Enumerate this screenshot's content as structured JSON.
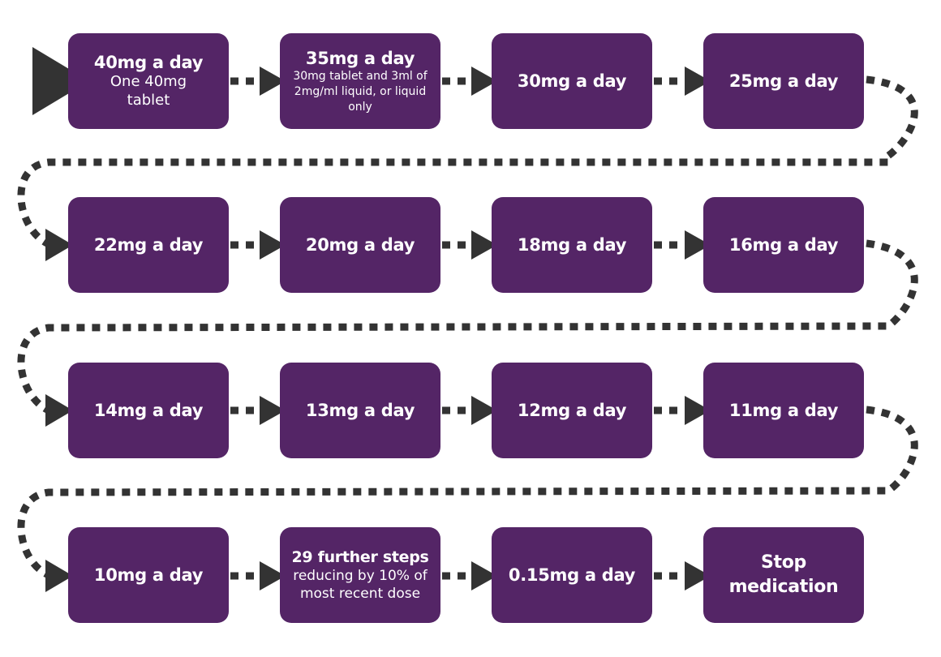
{
  "steps": [
    {
      "main": "40mg a day",
      "sub": "One 40mg tablet"
    },
    {
      "main": "35mg a day",
      "sub": "30mg tablet and 3ml of 2mg/ml liquid, or liquid only"
    },
    {
      "main": "30mg a day"
    },
    {
      "main": "25mg a day"
    },
    {
      "main": "22mg a day"
    },
    {
      "main": "20mg a day"
    },
    {
      "main": "18mg a day"
    },
    {
      "main": "16mg a day"
    },
    {
      "main": "14mg a day"
    },
    {
      "main": "13mg a day"
    },
    {
      "main": "12mg a day"
    },
    {
      "main": "11mg a day"
    },
    {
      "main": "10mg a day"
    },
    {
      "main": "29 further steps",
      "sub": "reducing by 10% of most recent dose"
    },
    {
      "main": "0.15mg a day"
    },
    {
      "main": "Stop medication"
    }
  ],
  "colors": {
    "box": "#542566",
    "connector": "#333333",
    "text": "#ffffff"
  }
}
